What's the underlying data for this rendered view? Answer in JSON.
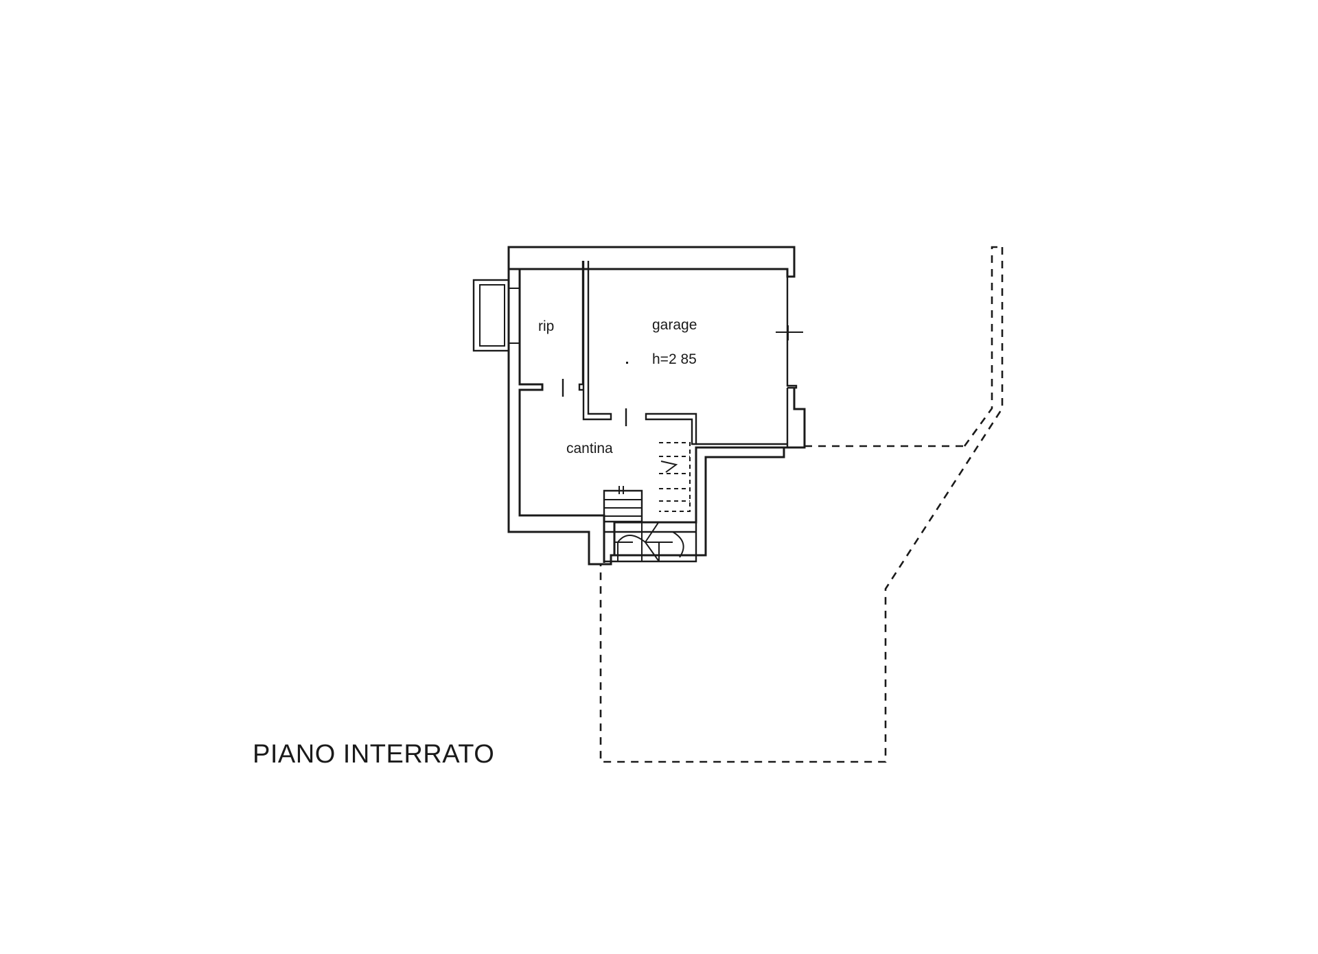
{
  "plan": {
    "title": "PIANO INTERRATO",
    "rooms": {
      "rip": "rip",
      "garage": "garage",
      "garage_height": "h=2 85",
      "cantina": "cantina"
    }
  }
}
